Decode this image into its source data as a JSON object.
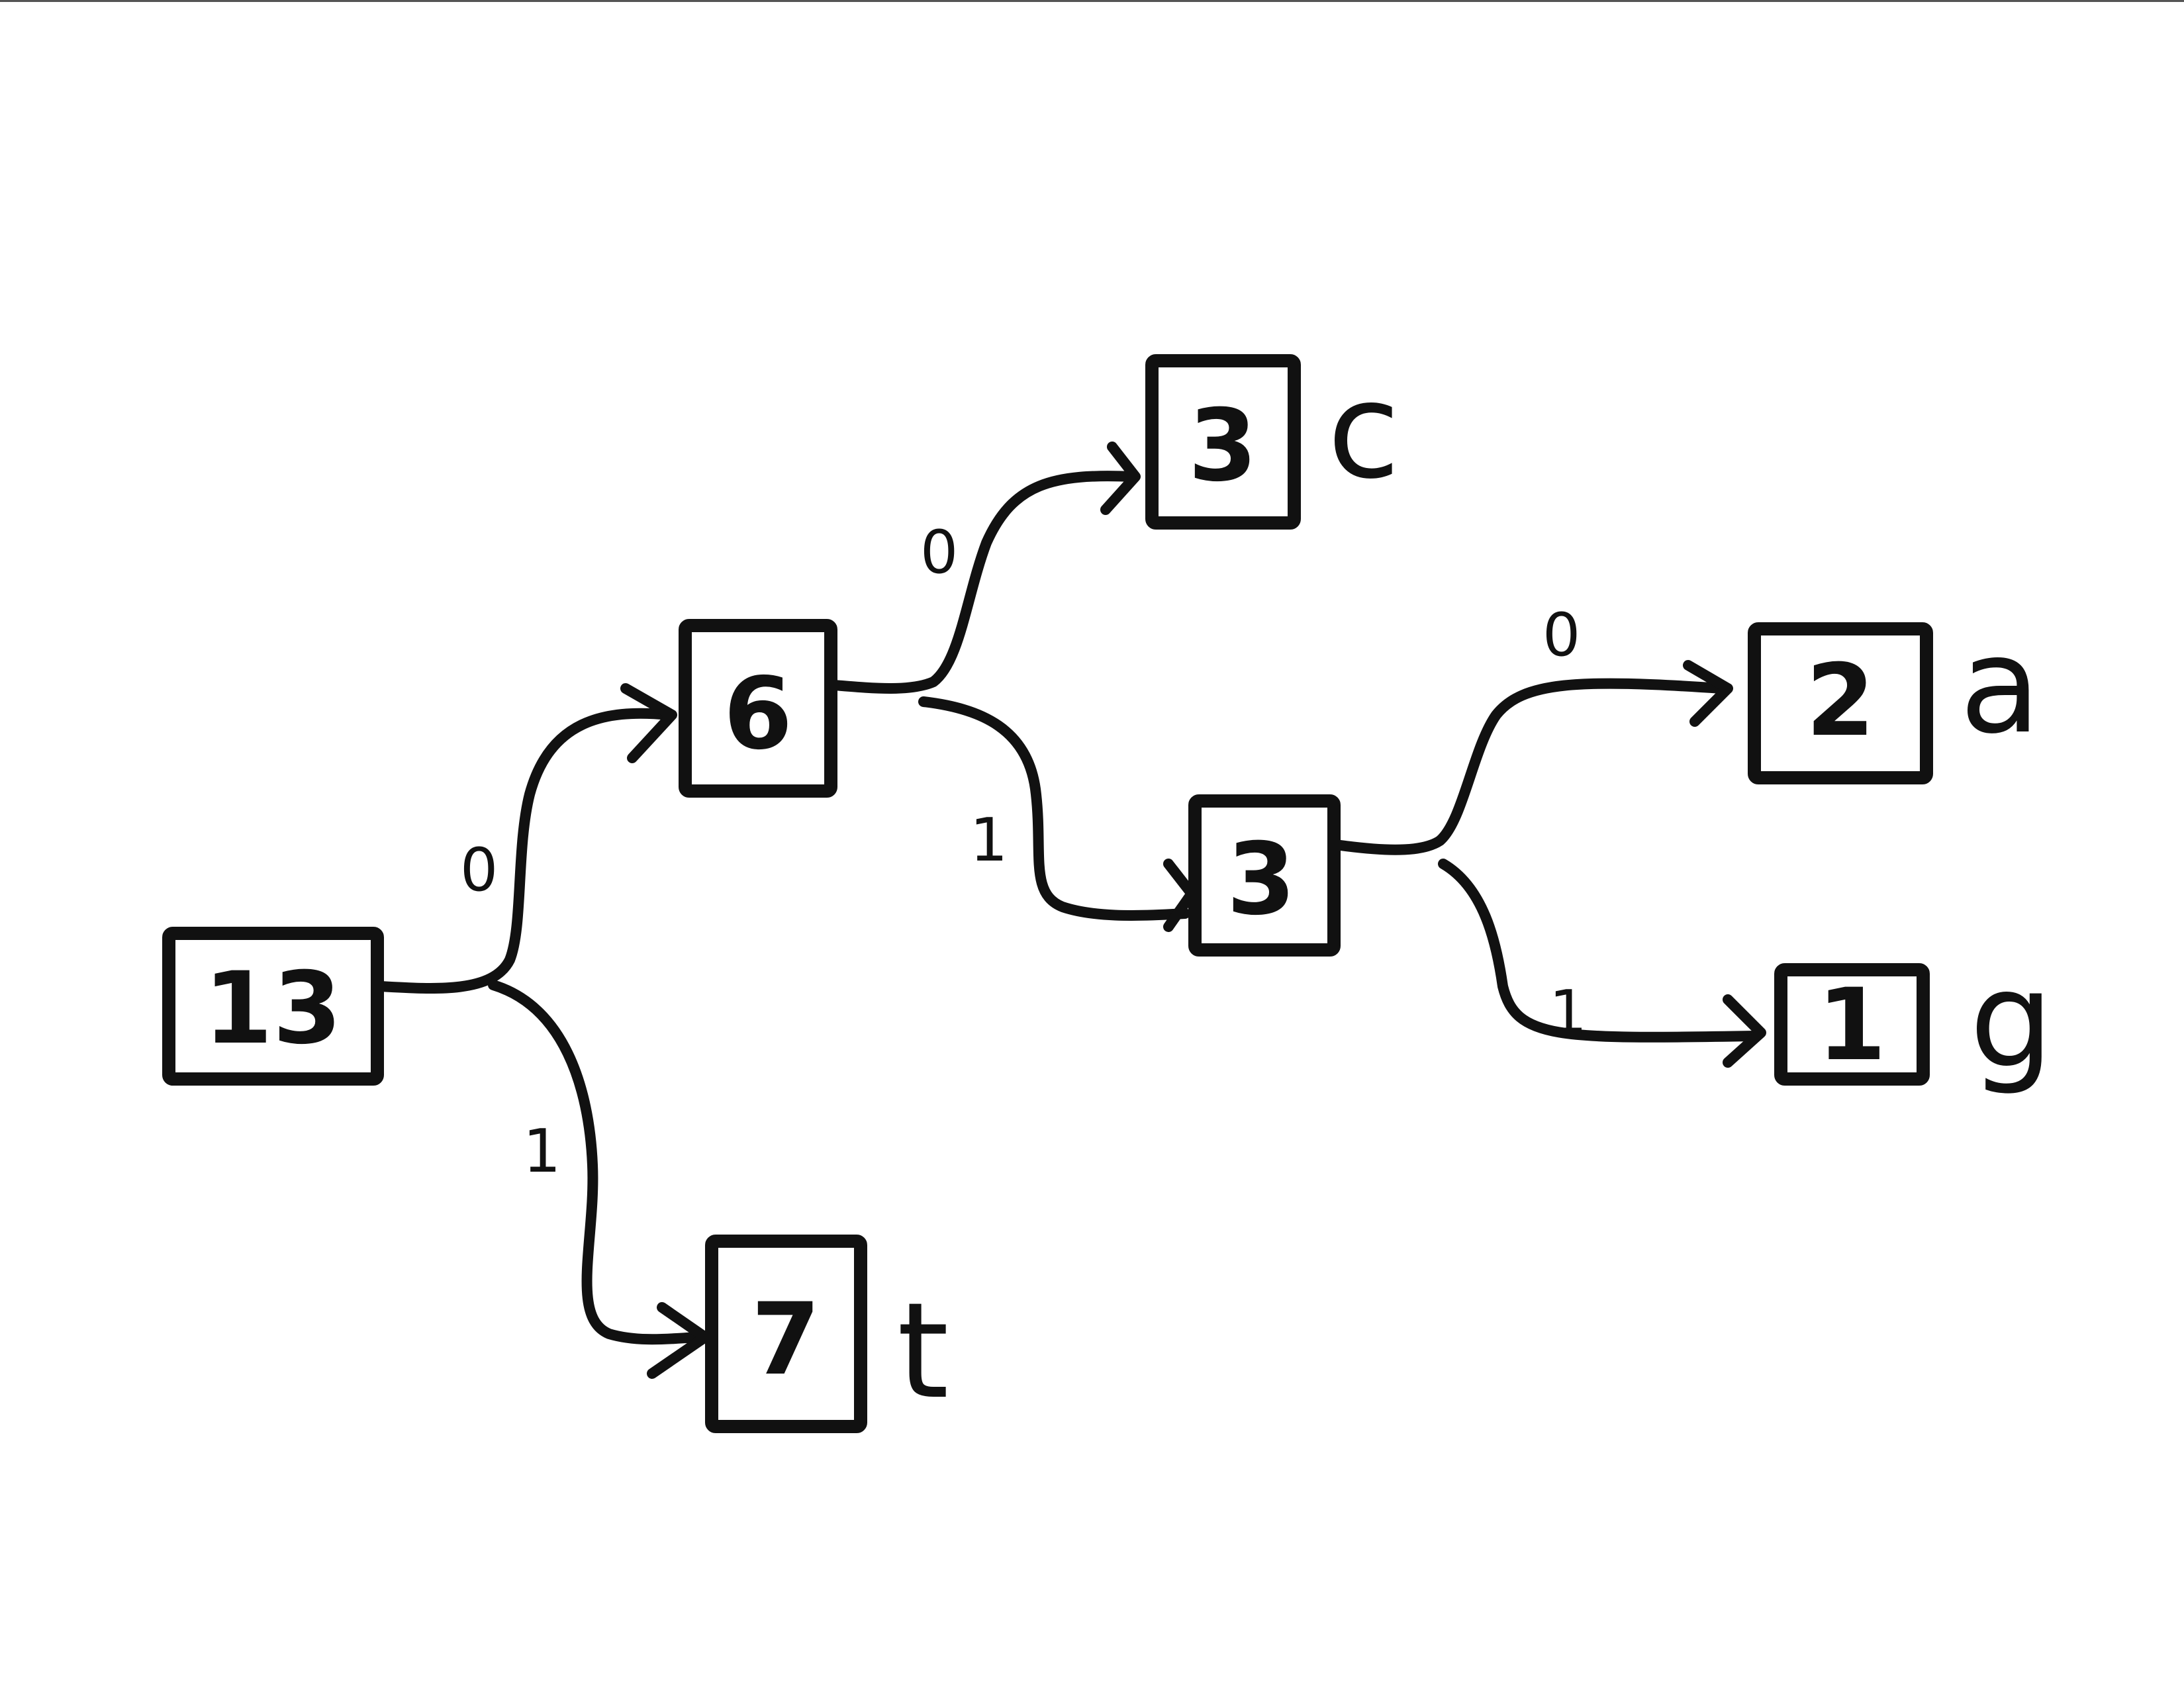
{
  "diagram": {
    "type": "huffman-tree",
    "colors": {
      "ink": "#111111",
      "background": "#ffffff"
    },
    "nodes": [
      {
        "id": "root",
        "value": "13",
        "symbol": ""
      },
      {
        "id": "n6",
        "value": "6",
        "symbol": ""
      },
      {
        "id": "n3",
        "value": "3",
        "symbol": ""
      },
      {
        "id": "leaf-t",
        "value": "7",
        "symbol": "t"
      },
      {
        "id": "leaf-c",
        "value": "3",
        "symbol": "c"
      },
      {
        "id": "leaf-a",
        "value": "2",
        "symbol": "a"
      },
      {
        "id": "leaf-g",
        "value": "1",
        "symbol": "g"
      }
    ],
    "edges": [
      {
        "from": "root",
        "to": "n6",
        "label": "0"
      },
      {
        "from": "root",
        "to": "leaf-t",
        "label": "1"
      },
      {
        "from": "n6",
        "to": "leaf-c",
        "label": "0"
      },
      {
        "from": "n6",
        "to": "n3",
        "label": "1"
      },
      {
        "from": "n3",
        "to": "leaf-a",
        "label": "0"
      },
      {
        "from": "n3",
        "to": "leaf-g",
        "label": "1"
      }
    ]
  }
}
